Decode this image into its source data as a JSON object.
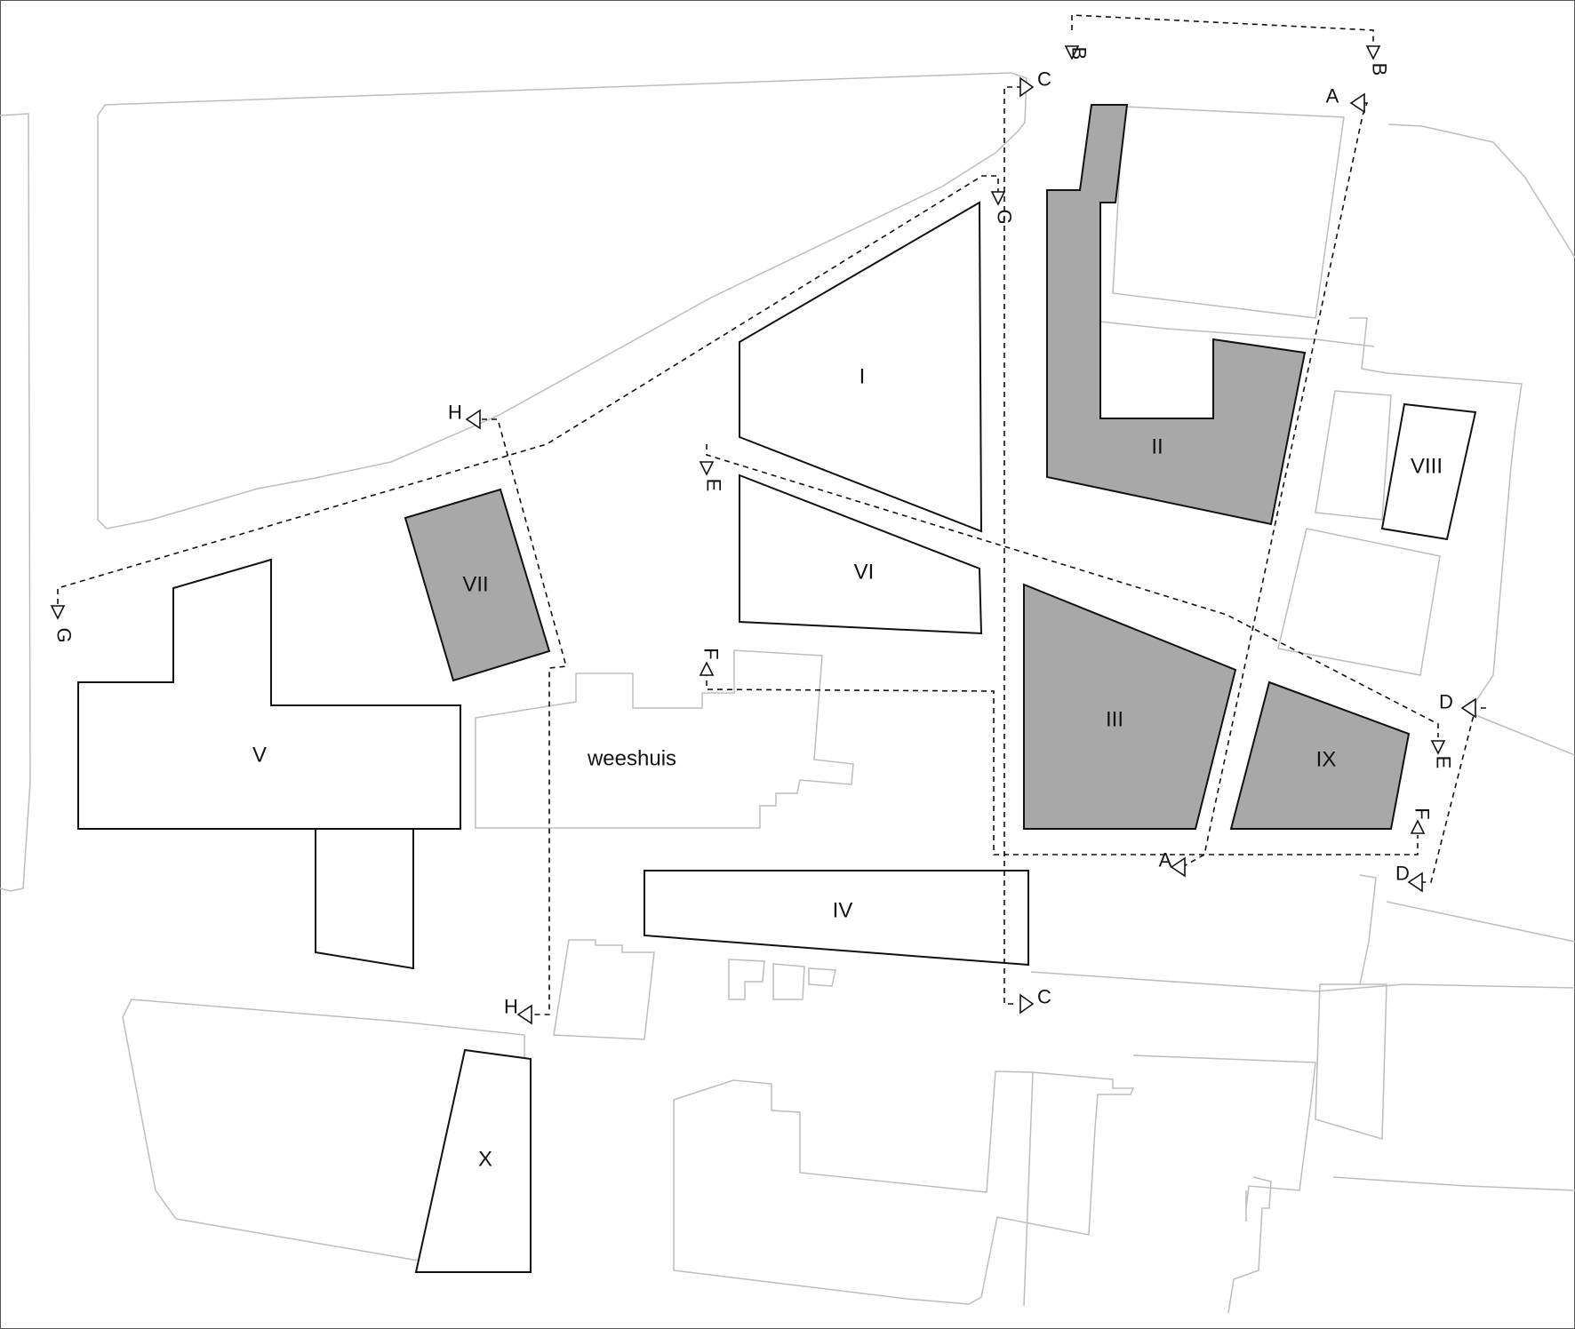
{
  "site_plan": {
    "context_label": "weeshuis",
    "buildings": [
      {
        "id": "I",
        "label": "I",
        "shade": "white"
      },
      {
        "id": "II",
        "label": "II",
        "shade": "gray"
      },
      {
        "id": "III",
        "label": "III",
        "shade": "gray"
      },
      {
        "id": "IV",
        "label": "IV",
        "shade": "white"
      },
      {
        "id": "V",
        "label": "V",
        "shade": "white"
      },
      {
        "id": "VI",
        "label": "VI",
        "shade": "white"
      },
      {
        "id": "VII",
        "label": "VII",
        "shade": "gray"
      },
      {
        "id": "VIII",
        "label": "VIII",
        "shade": "white"
      },
      {
        "id": "IX",
        "label": "IX",
        "shade": "gray"
      },
      {
        "id": "X",
        "label": "X",
        "shade": "white"
      }
    ],
    "section_markers": {
      "A": "A",
      "B": "B",
      "C": "C",
      "D": "D",
      "E": "E",
      "F": "F",
      "G": "G",
      "H": "H"
    },
    "colors": {
      "new_building_fill": "#a8a8a8",
      "existing_building_fill": "#ffffff",
      "context_line": "#bdbdbd",
      "line": "#111111"
    }
  }
}
